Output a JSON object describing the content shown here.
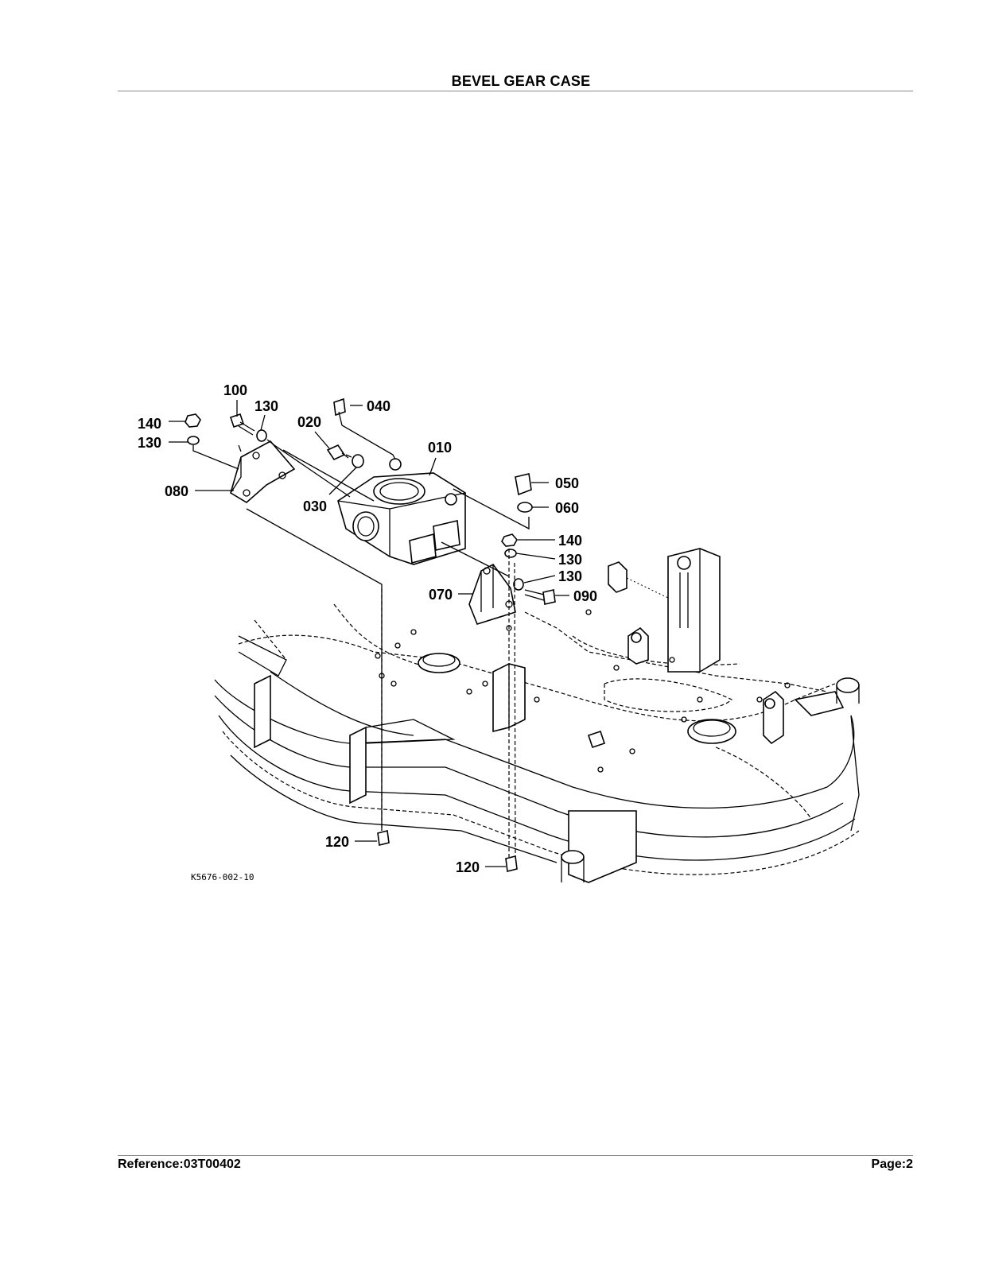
{
  "page": {
    "title": "BEVEL GEAR CASE",
    "reference": "Reference:03T00402",
    "page_label": "Page:2"
  },
  "figure": {
    "code": "K5676-002-10",
    "callouts": {
      "c100": "100",
      "c130a": "130",
      "c140a": "140",
      "c130b": "130",
      "c020": "020",
      "c040": "040",
      "c010": "010",
      "c080": "080",
      "c030": "030",
      "c050": "050",
      "c060": "060",
      "c140b": "140",
      "c130c": "130",
      "c130d": "130",
      "c070": "070",
      "c090": "090",
      "c120a": "120",
      "c120b": "120"
    }
  }
}
